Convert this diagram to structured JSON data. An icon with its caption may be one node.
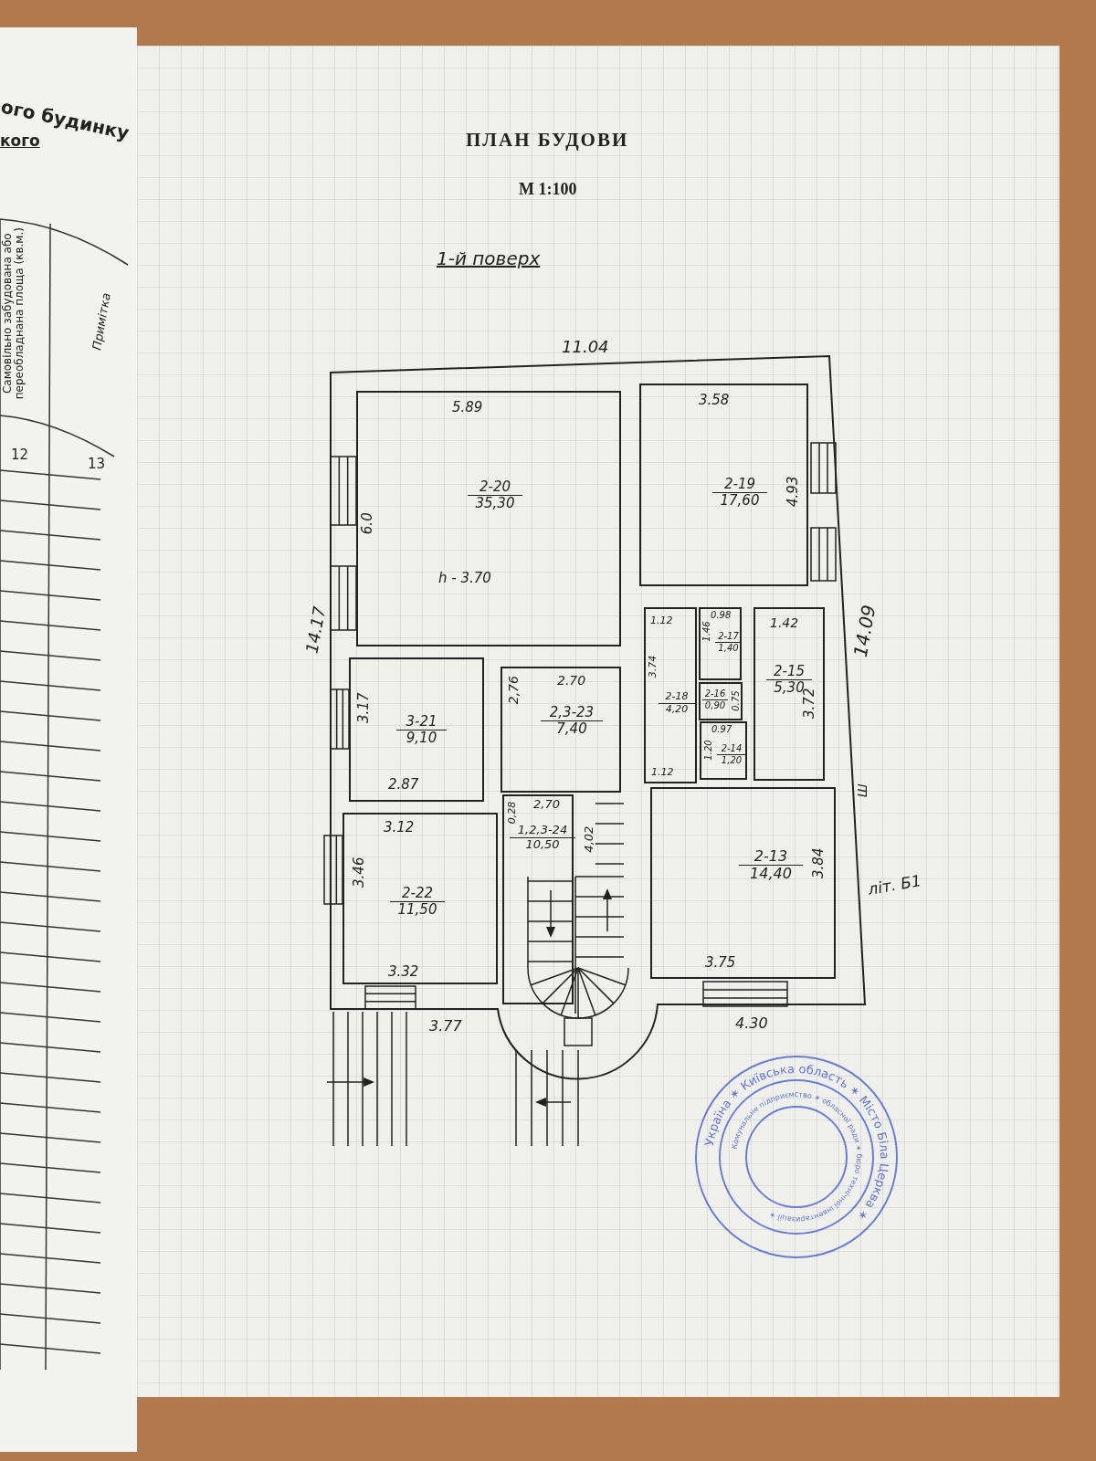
{
  "diagram": {
    "title": "ПЛАН БУДОВИ",
    "nodes": [
      {
        "text": [
          "2-20",
          "35,30"
        ]
      },
      {
        "text": [
          "2-19",
          "17,60"
        ]
      },
      {
        "text": [
          "3-21",
          "9,10"
        ]
      },
      {
        "text": [
          "2,3-23",
          "7,40"
        ]
      },
      {
        "text": [
          "2-18",
          "4,20"
        ]
      },
      {
        "text": [
          "2-17",
          "1,40"
        ]
      },
      {
        "text": [
          "2-15",
          "5,30"
        ]
      },
      {
        "text": [
          "2-16",
          "0,90"
        ]
      },
      {
        "text": [
          "2-14",
          "1,20"
        ]
      },
      {
        "text": [
          "1,2,3-24",
          "10,50"
        ]
      },
      {
        "text": [
          "2-22",
          "11,50"
        ]
      },
      {
        "text": [
          "2-13",
          "14,40"
        ]
      }
    ],
    "labels": [
      "ого будинку",
      "кого",
      "Самовільно забудована або переобладнана площа (кв.м.)",
      "Примітка",
      "12",
      "13",
      "М 1:100",
      "1-й поверх",
      "11.04",
      "5.89",
      "3.58",
      "h - 3.70",
      "6.0",
      "4.93",
      "14.17",
      "1.12",
      "0.98",
      "1.46",
      "1.42",
      "14.09",
      "2.70",
      "3.17",
      "2,76",
      "3.74",
      "0.75",
      "3.72",
      "0.97",
      "1.20",
      "2.87",
      "1.12",
      "Ш",
      "3.12",
      "0,28",
      "2,70",
      "4,02",
      "3.46",
      "3.84",
      "літ. Б1",
      "3.32",
      "3.75",
      "3.77",
      "4.30",
      "Україна ✶ Київська область ✶ Місто Біла Церква ✶",
      "Комунальне підприємство ✶ обласної ради ✶ бюро технічної інвентаризації ✶"
    ]
  }
}
